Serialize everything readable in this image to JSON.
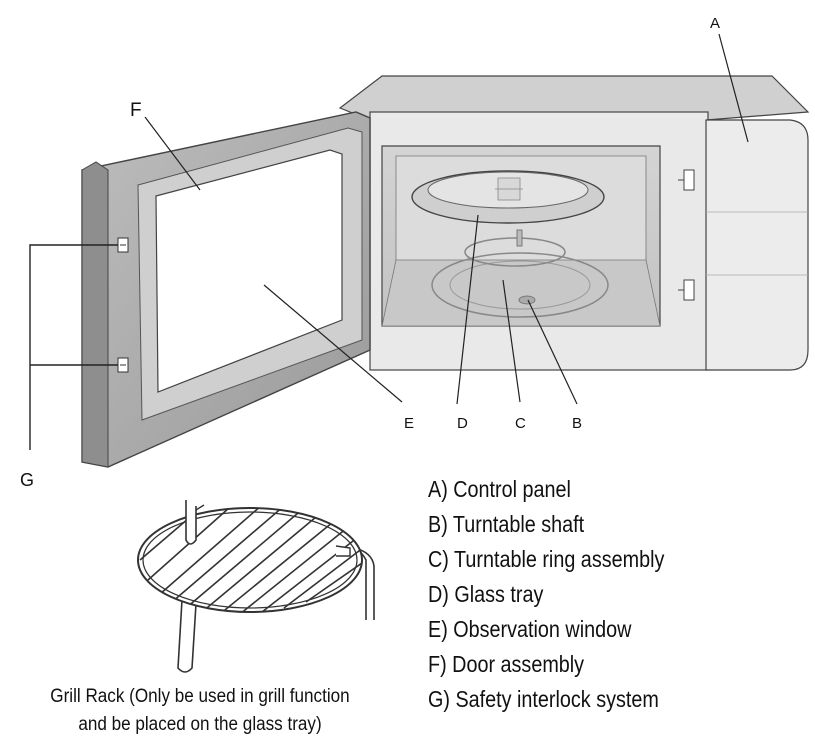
{
  "callouts": {
    "a": "A",
    "b": "B",
    "c": "C",
    "d": "D",
    "e": "E",
    "f": "F",
    "g": "G"
  },
  "legend": [
    "A) Control panel",
    "B) Turntable shaft",
    "C) Turntable ring assembly",
    "D) Glass tray",
    "E) Observation window",
    "F) Door assembly",
    "G) Safety interlock system"
  ],
  "grill_caption": {
    "line1": "Grill Rack (Only be used in grill function",
    "line2": "and be placed on the glass tray)"
  }
}
